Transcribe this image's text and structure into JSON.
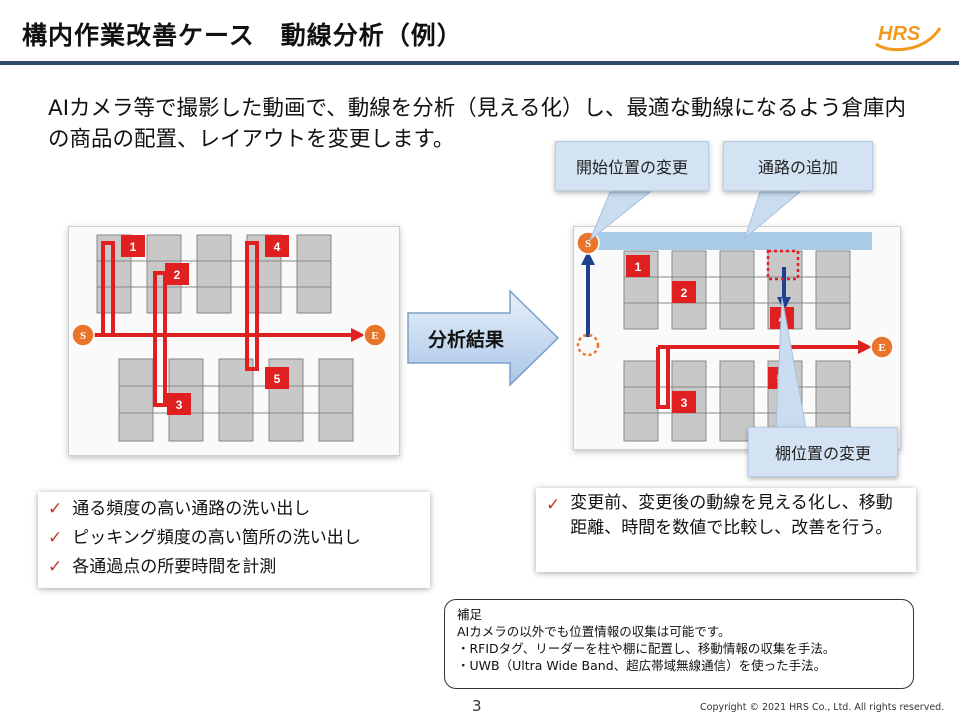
{
  "title": "構内作業改善ケース　動線分析（例）",
  "logo_text": "HRS",
  "lead": "AIカメラ等で撮影した動画で、動線を分析（見える化）し、最適な動線になるよう倉庫内の商品の配置、レイアウトを変更します。",
  "arrow_label": "分析結果",
  "callouts": {
    "start": "開始位置の変更",
    "aisle": "通路の追加",
    "shelf": "棚位置の変更"
  },
  "markers": {
    "start": "S",
    "end": "E",
    "n1": "1",
    "n2": "2",
    "n3": "3",
    "n4": "4",
    "n5": "5"
  },
  "left_points": [
    "通る頻度の高い通路の洗い出し",
    "ピッキング頻度の高い箇所の洗い出し",
    "各通過点の所要時間を計測"
  ],
  "right_point": "変更前、変更後の動線を見える化し、移動距離、時間を数値で比較し、改善を行う。",
  "note": {
    "heading": "補足",
    "line1": "AIカメラの以外でも位置情報の収集は可能です。",
    "line2": "・RFIDタグ、リーダーを柱や棚に配置し、移動情報の収集を手法。",
    "line3": "・UWB（Ultra Wide Band、超広帯域無線通信）を使った手法。"
  },
  "page_number": "3",
  "copyright": "Copyright © 2021 HRS Co., Ltd. All rights reserved.",
  "colors": {
    "accent_red": "#e02020",
    "marker_orange": "#e8752a",
    "navy": "#1f3f8f",
    "title_rule": "#2f4a6b",
    "callout_blue": "#d3e3f3"
  }
}
